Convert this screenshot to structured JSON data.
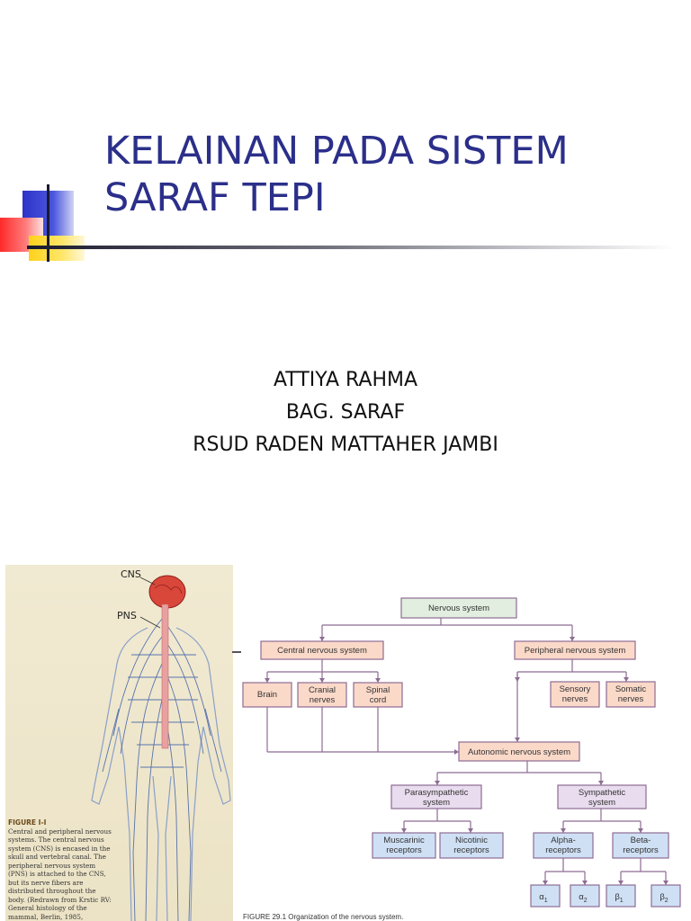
{
  "slide": {
    "title_line1": "KELAINAN PADA SISTEM",
    "title_line2": "SARAF TEPI",
    "author": "ATTIYA  RAHMA",
    "department": "BAG. SARAF",
    "institution": "RSUD RADEN MATTAHER JAMBI"
  },
  "body_figure": {
    "cns_label": "CNS",
    "pns_label": "PNS",
    "caption_title": "FIGURE I-I",
    "caption_text": "Central and peripheral nervous systems. The central nervous system (CNS) is encased in the skull and vertebral canal. The peripheral nervous system (PNS) is attached to the CNS, but its nerve fibers are distributed throughout the body. (Redrawn from Krstic RV: General histology of the mammal, Berlin, 1985,"
  },
  "org_chart": {
    "nervous_system": "Nervous system",
    "central": "Central nervous system",
    "peripheral": "Peripheral nervous system",
    "brain": "Brain",
    "cranial_1": "Cranial",
    "cranial_2": "nerves",
    "spinal_1": "Spinal",
    "spinal_2": "cord",
    "sensory_1": "Sensory",
    "sensory_2": "nerves",
    "somatic_1": "Somatic",
    "somatic_2": "nerves",
    "autonomic": "Autonomic nervous system",
    "para_1": "Parasympathetic",
    "para_2": "system",
    "symp_1": "Sympathetic",
    "symp_2": "system",
    "musc_1": "Muscarinic",
    "musc_2": "receptors",
    "nic_1": "Nicotinic",
    "nic_2": "receptors",
    "alpha_1": "Alpha-",
    "alpha_2": "receptors",
    "beta_1": "Beta-",
    "beta_2": "receptors",
    "a1": "α",
    "a1_sub": "1",
    "a2": "α",
    "a2_sub": "2",
    "b1": "β",
    "b1_sub": "1",
    "b2": "β",
    "b2_sub": "2",
    "caption": "FIGURE 29.1  Organization of the nervous system."
  },
  "colors": {
    "title": "#2b2f8a",
    "node_salmon": "#fbd9c9",
    "node_lilac": "#e8dcee",
    "node_blue": "#cfe0f5",
    "node_green": "#e2eedf",
    "connector": "#8e6c94"
  }
}
